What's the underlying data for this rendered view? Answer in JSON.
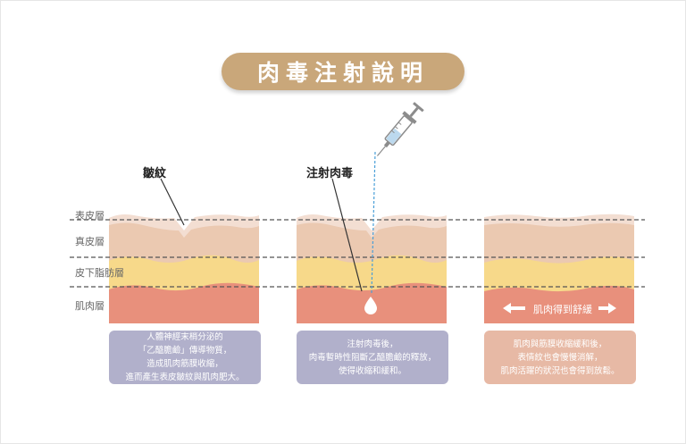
{
  "title": "肉毒注射說明",
  "layers": {
    "epidermis": "表皮層",
    "dermis": "真皮層",
    "subcutaneous": "皮下脂肪層",
    "muscle": "肌肉層"
  },
  "callouts": {
    "wrinkle": "皺紋",
    "botox": "注射肉毒"
  },
  "relax_label": "肌肉得到舒緩",
  "notes": [
    {
      "lines": [
        "人體神經末梢分泌的",
        "「乙醯膽鹼」傳導物質，",
        "造成肌肉筋膜收縮，",
        "進而產生表皮皺紋與肌肉肥大。"
      ]
    },
    {
      "lines": [
        "注射肉毒後，",
        "肉毒暫時性阻斷乙醯膽鹼的釋放，",
        "使得收縮和緩和。"
      ]
    },
    {
      "lines": [
        "肌肉與筋膜收縮緩和後，",
        "表情紋也會慢慢消解，",
        "肌肉活躍的狀況也會得到放鬆。"
      ]
    }
  ],
  "colors": {
    "title_bg": "#c9a77a",
    "epidermis": "#f3ded2",
    "dermis": "#ebc9b1",
    "fat": "#f7d98a",
    "muscle": "#e8907c",
    "note_purple": "#b1b0cb",
    "note_peach": "#e7b9a5"
  }
}
